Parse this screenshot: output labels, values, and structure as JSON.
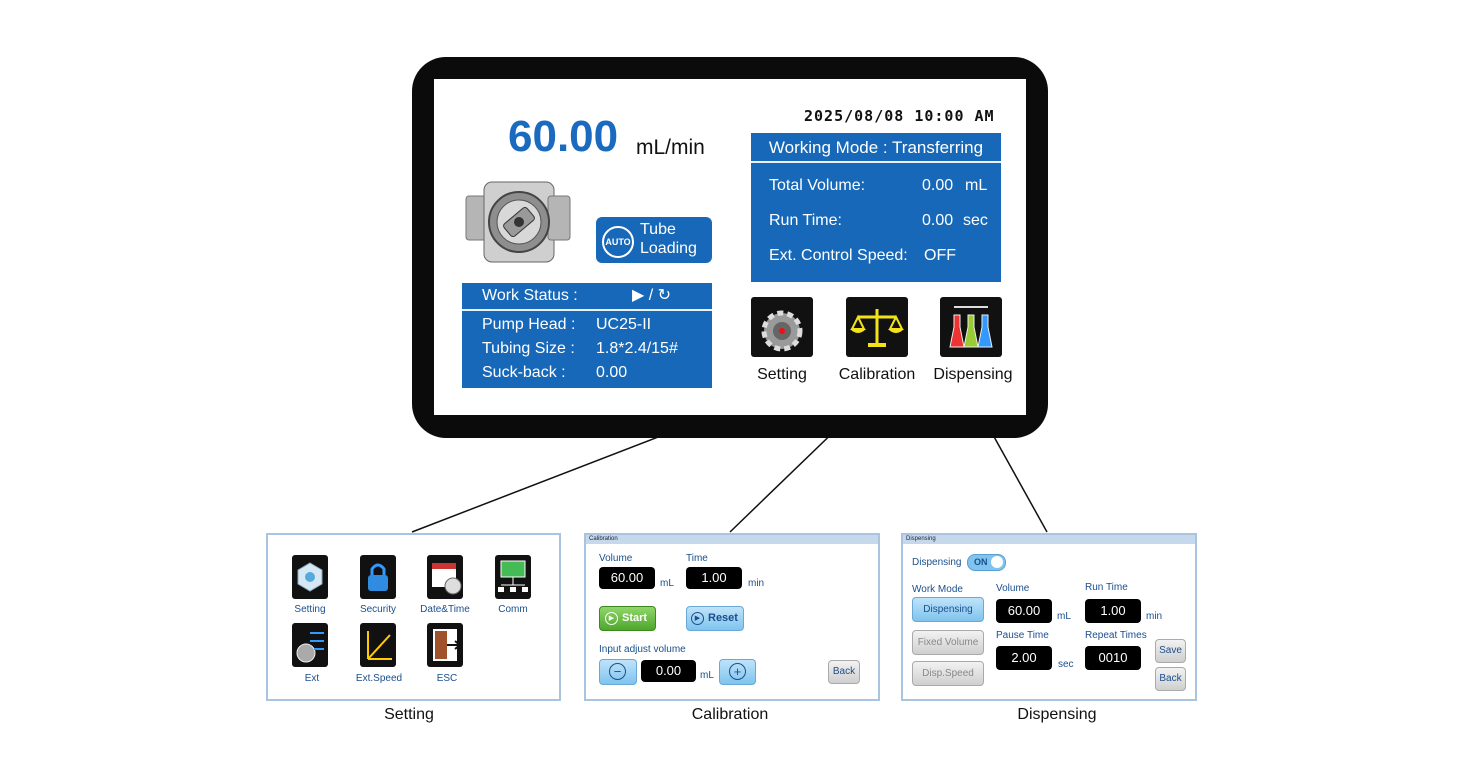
{
  "main_screen": {
    "datetime": "2025/08/08 10:00 AM",
    "flow_value": "60.00",
    "flow_unit": "mL/min",
    "tube_button": {
      "badge": "AUTO",
      "line1": "Tube",
      "line2": "Loading"
    },
    "working_mode": "Working Mode : Transferring",
    "total_volume_label": "Total Volume:",
    "total_volume_value": "0.00",
    "total_volume_unit": "mL",
    "run_time_label": "Run Time:",
    "run_time_value": "0.00",
    "run_time_unit": "sec",
    "ext_speed_label": "Ext. Control Speed:",
    "ext_speed_value": "OFF",
    "work_status_label": "Work Status :",
    "work_status_value": "▶ / ↻",
    "pump_head_label": "Pump Head :",
    "pump_head_value": "UC25-II",
    "tubing_label": "Tubing Size :",
    "tubing_value": "1.8*2.4/15#",
    "suckback_label": "Suck-back :",
    "suckback_value": "0.00",
    "menu": [
      {
        "label": "Setting",
        "icon": "gear-icon"
      },
      {
        "label": "Calibration",
        "icon": "balance-scale-icon"
      },
      {
        "label": "Dispensing",
        "icon": "flasks-icon"
      }
    ]
  },
  "setting_panel": {
    "items": [
      {
        "label": "Setting",
        "icon": "setting-cube-icon"
      },
      {
        "label": "Security",
        "icon": "lock-icon"
      },
      {
        "label": "Date&Time",
        "icon": "calendar-clock-icon"
      },
      {
        "label": "Comm",
        "icon": "network-icon"
      },
      {
        "label": "Ext",
        "icon": "ext-connector-icon"
      },
      {
        "label": "Ext.Speed",
        "icon": "speed-chart-icon"
      },
      {
        "label": "ESC",
        "icon": "exit-door-icon"
      }
    ],
    "caption": "Setting"
  },
  "calibration_panel": {
    "title": "Calibration",
    "volume_label": "Volume",
    "volume_value": "60.00",
    "volume_unit": "mL",
    "time_label": "Time",
    "time_value": "1.00",
    "time_unit": "min",
    "start_label": "Start",
    "reset_label": "Reset",
    "adjust_label": "Input adjust volume",
    "adjust_value": "0.00",
    "adjust_unit": "mL",
    "minus": "−",
    "plus": "+",
    "back_label": "Back",
    "caption": "Calibration"
  },
  "dispensing_panel": {
    "title": "Dispensing",
    "toggle_label": "Dispensing",
    "toggle_state": "ON",
    "work_mode_label": "Work Mode",
    "modes": [
      "Dispensing",
      "Fixed Volume",
      "Disp.Speed"
    ],
    "volume_label": "Volume",
    "volume_value": "60.00",
    "volume_unit": "mL",
    "run_time_label": "Run Time",
    "run_time_value": "1.00",
    "run_time_unit": "min",
    "pause_label": "Pause Time",
    "pause_value": "2.00",
    "pause_unit": "sec",
    "repeat_label": "Repeat Times",
    "repeat_value": "0010",
    "save_label": "Save",
    "back_label": "Back",
    "caption": "Dispensing"
  },
  "colors": {
    "accent_blue": "#1768b8",
    "flow_blue": "#1a6bbf",
    "bezel": "#0b0b0b",
    "start_green": "#5fb13a"
  }
}
